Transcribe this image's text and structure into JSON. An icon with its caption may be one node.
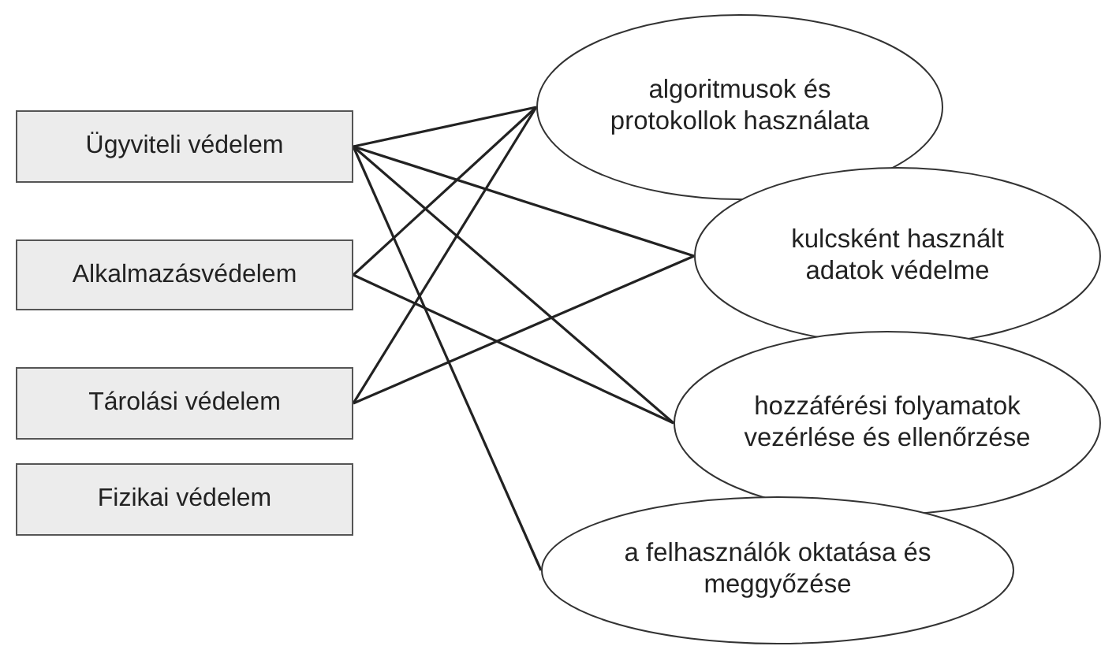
{
  "diagram": {
    "nodes": [
      {
        "text": [
          "Ügyviteli védelem"
        ]
      },
      {
        "text": [
          "Alkalmazásvédelem"
        ]
      },
      {
        "text": [
          "Tárolási védelem"
        ]
      },
      {
        "text": [
          "Fizikai védelem"
        ]
      },
      {
        "text": [
          "algoritmusok és protokollok használata"
        ]
      },
      {
        "text": [
          "kulcsként használt adatok védelme"
        ]
      },
      {
        "text": [
          "hozzáférési folyamatok vezérlése és ellenőrzése"
        ]
      },
      {
        "text": [
          "a felhasználók oktatása és meggyőzése"
        ]
      }
    ],
    "edges": [
      {
        "from": 0,
        "to": 4,
        "arrow": "none"
      },
      {
        "from": 0,
        "to": 5,
        "arrow": "none"
      },
      {
        "from": 0,
        "to": 6,
        "arrow": "none"
      },
      {
        "from": 0,
        "to": 7,
        "arrow": "none"
      },
      {
        "from": 1,
        "to": 4,
        "arrow": "none"
      },
      {
        "from": 1,
        "to": 6,
        "arrow": "none"
      },
      {
        "from": 2,
        "to": 4,
        "arrow": "none"
      },
      {
        "from": 2,
        "to": 5,
        "arrow": "none"
      }
    ]
  }
}
